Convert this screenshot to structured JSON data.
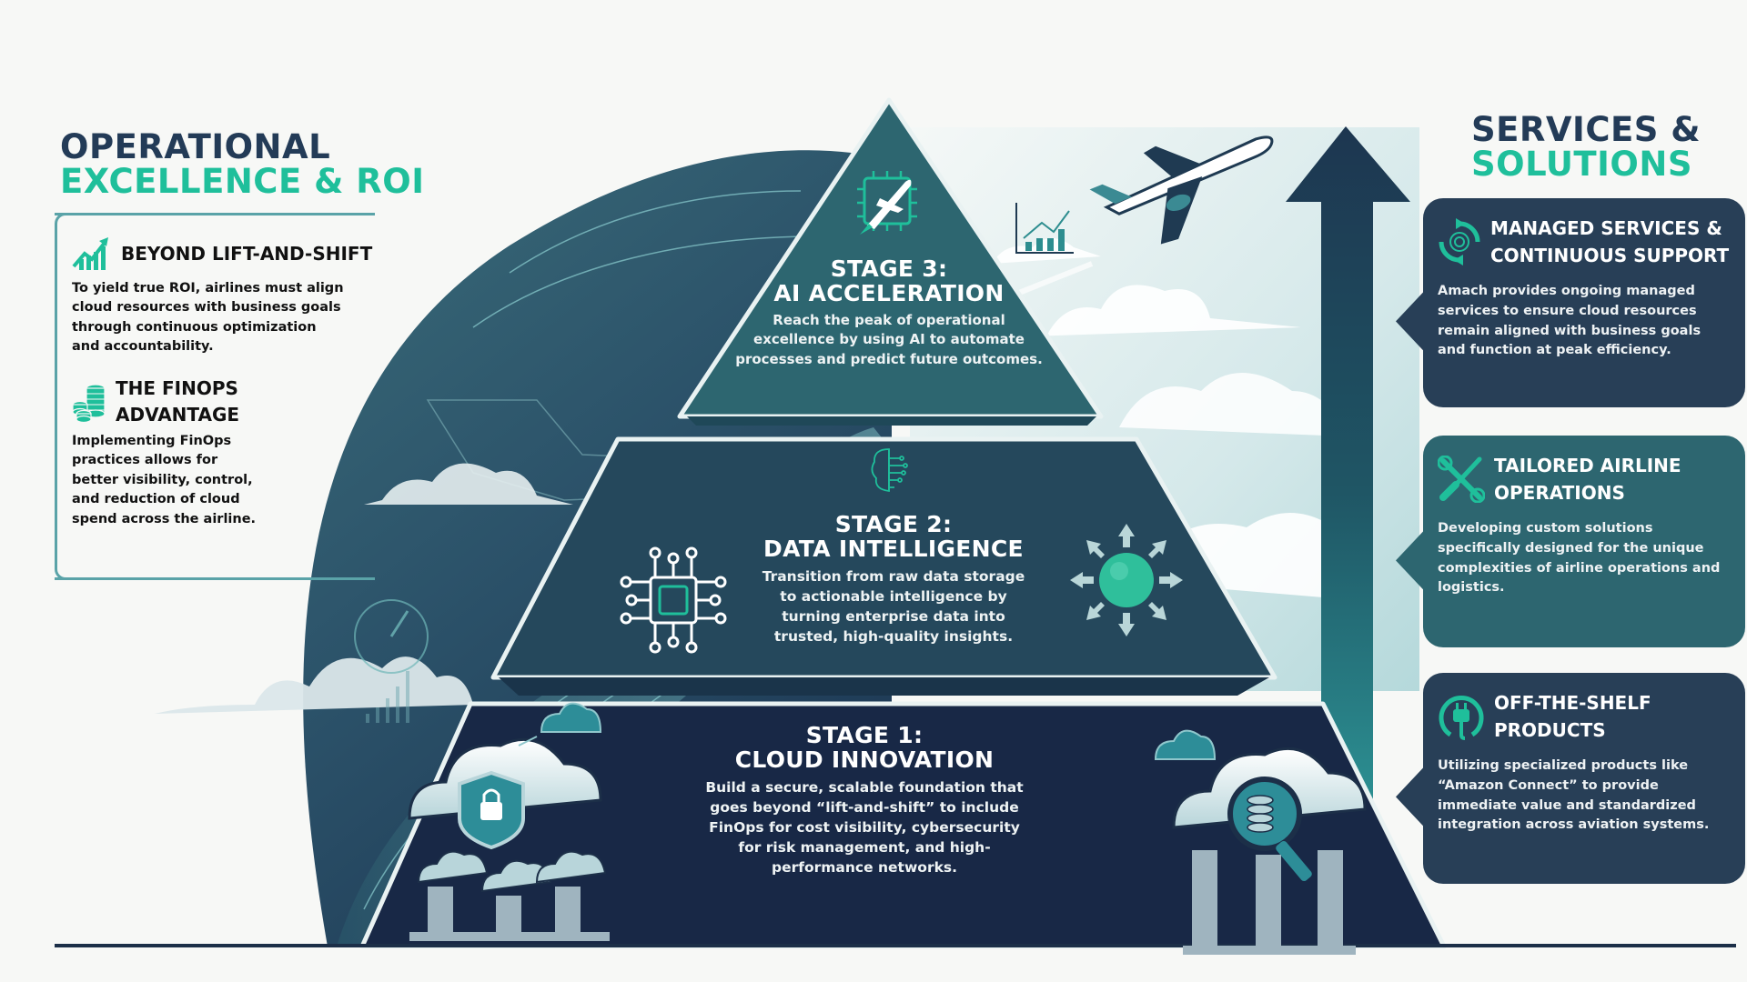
{
  "left_panel": {
    "title_line1": "OPERATIONAL",
    "title_line2": "EXCELLENCE & ROI",
    "sections": [
      {
        "icon": "growth-chart-icon",
        "heading": "BEYOND LIFT-AND-SHIFT",
        "body": "To yield true ROI, airlines must align cloud resources with business goals through continuous optimization and accountability."
      },
      {
        "icon": "coin-stack-icon",
        "heading_line1": "THE FINOPS",
        "heading_line2": "ADVANTAGE",
        "body": "Implementing FinOps practices allows for better visibility, control, and reduction of cloud spend across the airline."
      }
    ]
  },
  "pyramid": {
    "stages": [
      {
        "label": "STAGE 3:",
        "title": "AI ACCELERATION",
        "body": "Reach the peak of operational excellence by using AI to automate processes and predict future outcomes.",
        "icon": "ai-chip-airplane-icon",
        "color": "#2d6670"
      },
      {
        "label": "STAGE 2:",
        "title": "DATA INTELLIGENCE",
        "body": "Transition from raw data storage to actionable intelligence by turning enterprise data into trusted, high-quality insights.",
        "icons": [
          "brain-circuit-icon",
          "circuit-chip-icon",
          "data-sphere-icon"
        ],
        "color": "#25485c"
      },
      {
        "label": "STAGE 1:",
        "title": "CLOUD INNOVATION",
        "body": "Build a secure, scalable foundation that goes beyond “lift-and-shift” to include FinOps for cost visibility, cybersecurity for risk management, and high-performance networks.",
        "icons": [
          "cloud-security-icon",
          "cloud-cost-search-icon"
        ],
        "color": "#182846"
      }
    ]
  },
  "right_panel": {
    "title_line1": "SERVICES &",
    "title_line2": "SOLUTIONS",
    "cards": [
      {
        "icon": "gear-cycle-icon",
        "heading_line1": "MANAGED SERVICES &",
        "heading_line2": "CONTINUOUS SUPPORT",
        "body": "Amach provides ongoing managed services to ensure cloud resources remain aligned with business goals and function at peak efficiency.",
        "color": "#283f57"
      },
      {
        "icon": "wrench-screwdriver-icon",
        "heading_line1": "TAILORED AIRLINE",
        "heading_line2": "OPERATIONS",
        "body": "Developing custom solutions specifically designed for the unique complexities of airline operations and logistics.",
        "color": "#2d6670"
      },
      {
        "icon": "plug-icon",
        "heading_line1": "OFF-THE-SHELF",
        "heading_line2": "PRODUCTS",
        "body": "Utilizing specialized products like “Amazon Connect” to provide immediate value and standardized integration across aviation systems.",
        "color": "#283f57"
      }
    ]
  },
  "colors": {
    "navy": "#233b57",
    "teal_accent": "#1fbf9b",
    "stage3": "#2d6670",
    "stage2": "#25485c",
    "stage1": "#182846",
    "background": "#f7f8f6"
  }
}
